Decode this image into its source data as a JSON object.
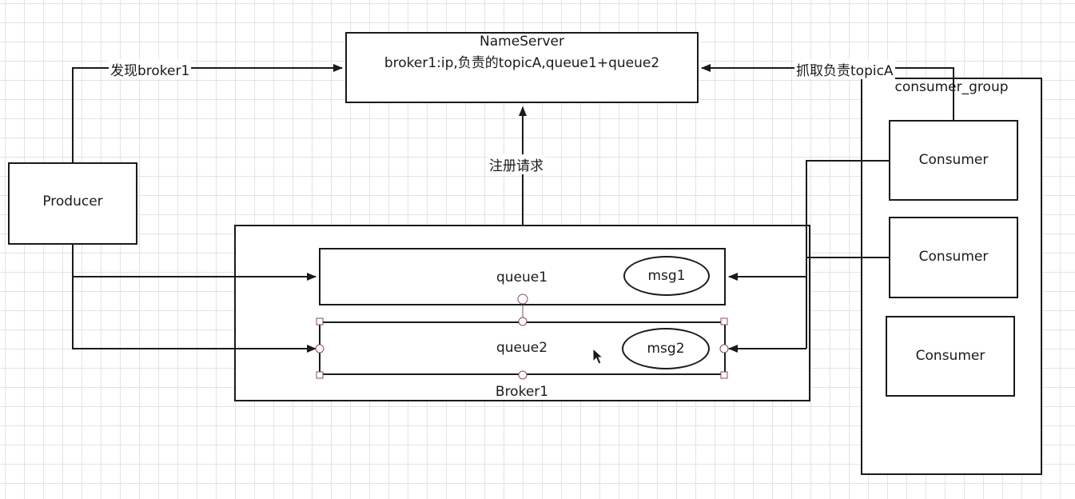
{
  "nameserver": {
    "title": "NameServer",
    "content": "broker1:ip,负责的topicA,queue1+queue2"
  },
  "producer": {
    "label": "Producer"
  },
  "broker": {
    "label": "Broker1",
    "queues": [
      {
        "label": "queue1",
        "msg": "msg1"
      },
      {
        "label": "queue2",
        "msg": "msg2"
      }
    ]
  },
  "consumer_group": {
    "label": "consumer_group",
    "consumers": [
      "Consumer",
      "Consumer",
      "Consumer"
    ]
  },
  "edges": {
    "discover": "发现broker1",
    "register": "注册请求",
    "fetch": "抓取负责topicA"
  },
  "colors": {
    "stroke": "#1a1a1a",
    "grid": "#e3e3e3",
    "selection_handle": "#8a4b5a"
  }
}
